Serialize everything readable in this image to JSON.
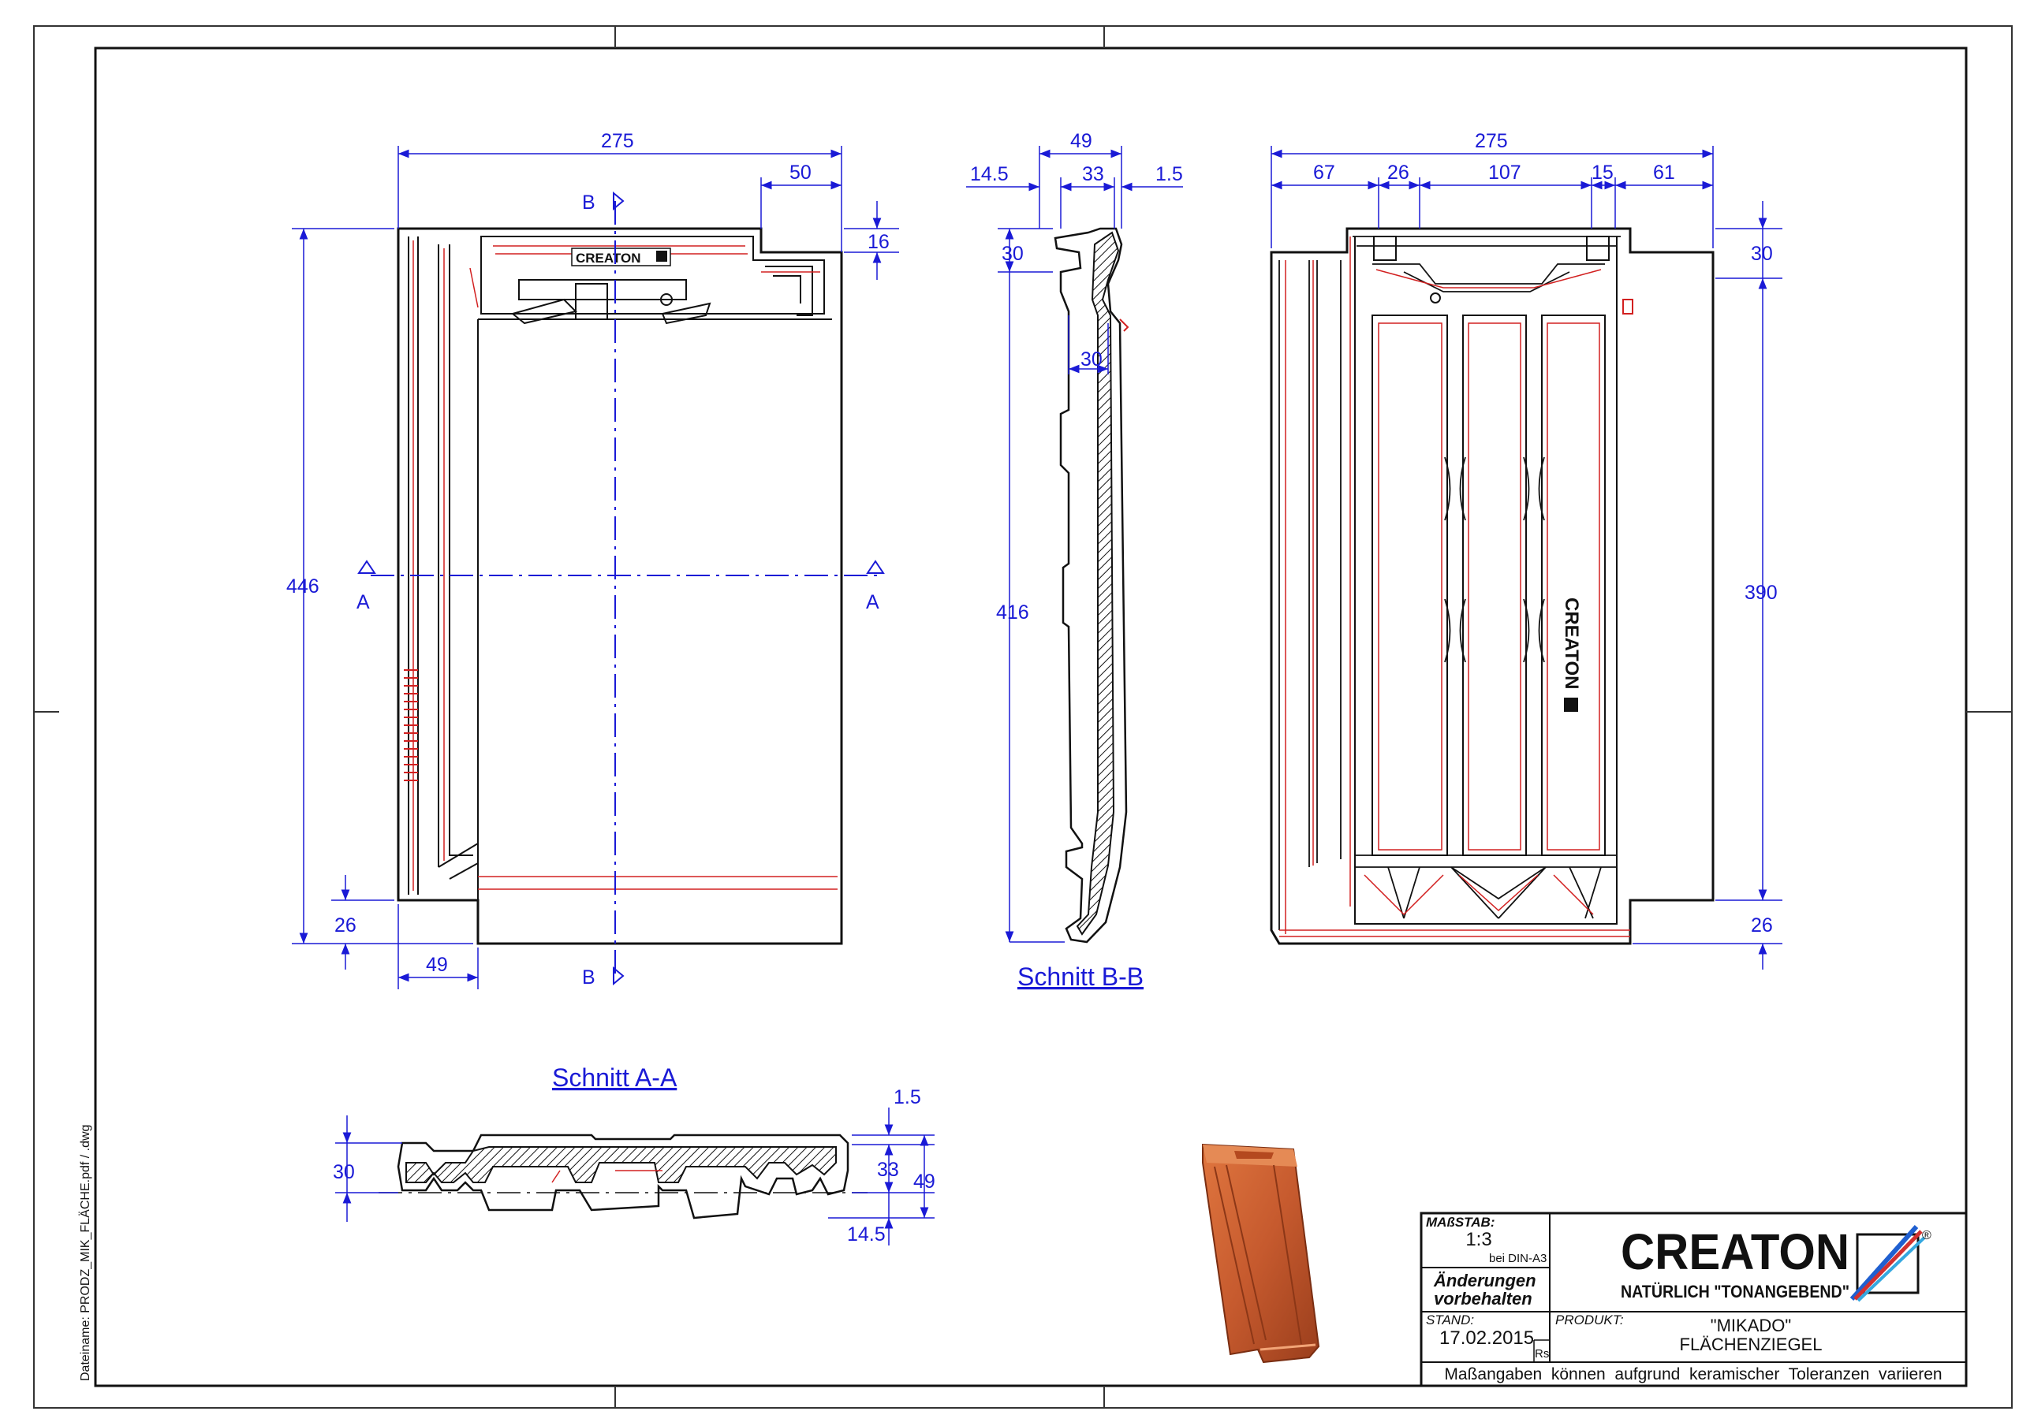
{
  "sheet": {
    "file_label": "Dateiname: PRODZ_MIK_FLÄCHE.pdf / .dwg"
  },
  "front_view": {
    "section_b_top": "B",
    "section_b_bottom": "B",
    "section_a_left": "A",
    "section_a_right": "A",
    "logo_text": "CREATON",
    "dims": {
      "width_total": "275",
      "top_step_width": "50",
      "top_step_height": "16",
      "height_total": "446",
      "bottom_step_height": "26",
      "bottom_step_width": "49"
    }
  },
  "section_bb": {
    "title": "Schnitt B-B",
    "dims": {
      "depth_total": "49",
      "left": "14.5",
      "middle": "33",
      "right": "1.5",
      "top_height": "30",
      "inner_30": "30",
      "length": "416"
    }
  },
  "rear_view": {
    "logo_text": "CREATON",
    "dims": {
      "width_total": "275",
      "seg_1": "67",
      "seg_2": "26",
      "seg_3": "107",
      "seg_4": "15",
      "seg_5": "61",
      "top_right": "30",
      "height_right": "390",
      "bottom_right": "26"
    }
  },
  "section_aa": {
    "title": "Schnitt A-A",
    "dims": {
      "top_right": "1.5",
      "height_left": "30",
      "middle_right": "33",
      "total_right": "49",
      "bottom_right": "14.5"
    }
  },
  "title_block": {
    "scale_label": "MAßSTAB:",
    "scale_value": "1:3",
    "scale_note": "bei DIN-A3",
    "changes_line1": "Änderungen",
    "changes_line2": "vorbehalten",
    "date_label": "STAND:",
    "date_value": "17.02.2015",
    "author": "Rs",
    "product_label": "PRODUKT:",
    "product_name": "\"MIKADO\"",
    "product_type": "FLÄCHENZIEGEL",
    "brand": "CREATON",
    "slogan": "NATÜRLICH \"TONANGEBEND\"",
    "registered": "®",
    "footer_note": "Maßangaben  können  aufgrund  keramischer  Toleranzen  variieren"
  },
  "colors": {
    "dimension": "#1a1ad6",
    "outline": "#111111",
    "detail_red": "#d22020",
    "tile_terracotta": "#c65a2e"
  }
}
